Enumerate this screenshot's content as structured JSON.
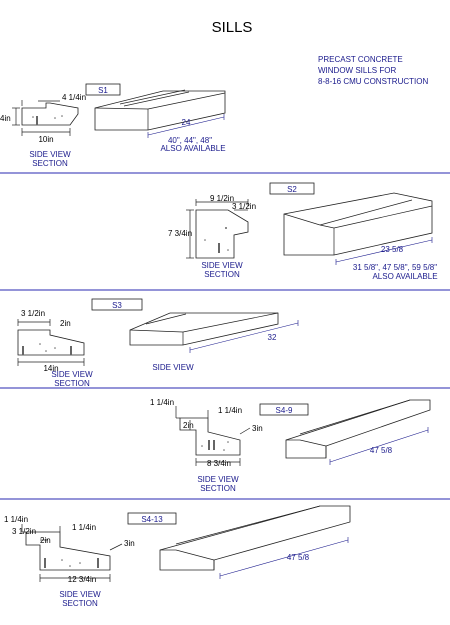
{
  "title": "SILLS",
  "description": {
    "line1": "PRECAST CONCRETE",
    "line2": "WINDOW SILLS FOR",
    "line3": "8-8-16 CMU CONSTRUCTION"
  },
  "s1": {
    "tag": "S1",
    "dim_top": "4 1/4in",
    "dim_height": "4in",
    "dim_width": "10in",
    "section_label_1": "SIDE VIEW",
    "section_label_2": "SECTION",
    "length": "24",
    "sizes": "40\", 44\", 48\"",
    "also": "ALSO AVAILABLE"
  },
  "s2": {
    "tag": "S2",
    "dim_top": "9 1/2in",
    "dim_lip": "3 1/2in",
    "dim_height": "7 3/4in",
    "section_label_1": "SIDE VIEW",
    "section_label_2": "SECTION",
    "length": "23 5/8",
    "sizes": "31 5/8\", 47 5/8\", 59 5/8\"",
    "also": "ALSO AVAILABLE"
  },
  "s3": {
    "tag": "S3",
    "dim_top": "3 1/2in",
    "dim_lip": "2in",
    "dim_width": "14in",
    "section_label_1": "SIDE VIEW",
    "section_label_2": "SECTION",
    "side_view": "SIDE VIEW",
    "length": "32"
  },
  "s4_9": {
    "tag": "S4-9",
    "dim_left": "1 1/4in",
    "dim_right": "1 1/4in",
    "dim_lip": "2in",
    "dim_height": "3in",
    "dim_width": "8 3/4in",
    "section_label_1": "SIDE VIEW",
    "section_label_2": "SECTION",
    "length": "47 5/8"
  },
  "s4_13": {
    "tag": "S4-13",
    "dim_left": "1 1/4in",
    "dim_top": "3 1/2in",
    "dim_right": "1 1/4in",
    "dim_lip": "2in",
    "dim_height": "3in",
    "dim_width": "12 3/4in",
    "section_label_1": "SIDE VIEW",
    "section_label_2": "SECTION",
    "length": "47 5/8"
  }
}
